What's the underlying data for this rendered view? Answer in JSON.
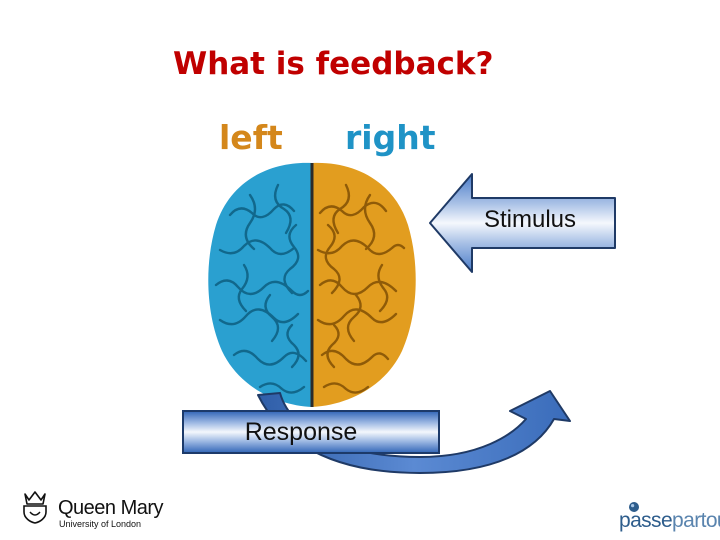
{
  "slide": {
    "title": "What is feedback?",
    "title_color": "#c00000"
  },
  "brain": {
    "left_label": "left",
    "right_label": "right",
    "left_color": "#2aa0d0",
    "right_color": "#e29d1f",
    "left_label_color": "#d4871b",
    "right_label_color": "#1f93c6"
  },
  "stimulus": {
    "label": "Stimulus",
    "arrow_color": "#4a7cc9"
  },
  "response": {
    "label": "Response",
    "curve_color": "#4a7cc9"
  },
  "logos": {
    "university_name": "Queen Mary",
    "university_sub": "University of London",
    "partner_a": "passe",
    "partner_b": "partout",
    "university_icon": "crown-shield-icon",
    "partner_icon": "dot-icon"
  }
}
